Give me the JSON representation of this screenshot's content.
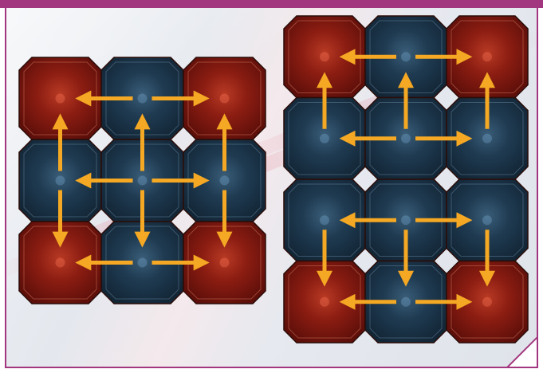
{
  "colors": {
    "frame_accent": "#a3377f",
    "red_tile": "#8e1c12",
    "blue_tile": "#1f3b52",
    "arrow": "#f5a823"
  },
  "boards": [
    {
      "name": "3x3-board",
      "rows": 3,
      "cols": 3,
      "tiles": [
        [
          "red",
          "blue",
          "red"
        ],
        [
          "blue",
          "blue",
          "blue"
        ],
        [
          "red",
          "blue",
          "red"
        ]
      ],
      "arrows_from_tile": [
        {
          "from": [
            0,
            1
          ],
          "dirs": [
            "left",
            "right"
          ]
        },
        {
          "from": [
            1,
            0
          ],
          "dirs": [
            "up",
            "down"
          ]
        },
        {
          "from": [
            1,
            1
          ],
          "dirs": [
            "up",
            "down",
            "left",
            "right"
          ]
        },
        {
          "from": [
            1,
            2
          ],
          "dirs": [
            "up",
            "down"
          ]
        },
        {
          "from": [
            2,
            1
          ],
          "dirs": [
            "left",
            "right"
          ]
        }
      ]
    },
    {
      "name": "3x4-board",
      "rows": 4,
      "cols": 3,
      "tiles": [
        [
          "red",
          "blue",
          "red"
        ],
        [
          "blue",
          "blue",
          "blue"
        ],
        [
          "blue",
          "blue",
          "blue"
        ],
        [
          "red",
          "blue",
          "red"
        ]
      ],
      "arrows_from_tile": [
        {
          "from": [
            0,
            1
          ],
          "dirs": [
            "left",
            "right"
          ]
        },
        {
          "from": [
            1,
            0
          ],
          "dirs": [
            "up"
          ]
        },
        {
          "from": [
            1,
            1
          ],
          "dirs": [
            "up",
            "left",
            "right"
          ]
        },
        {
          "from": [
            1,
            2
          ],
          "dirs": [
            "up"
          ]
        },
        {
          "from": [
            2,
            0
          ],
          "dirs": [
            "down"
          ]
        },
        {
          "from": [
            2,
            1
          ],
          "dirs": [
            "down",
            "left",
            "right"
          ]
        },
        {
          "from": [
            2,
            2
          ],
          "dirs": [
            "down"
          ]
        },
        {
          "from": [
            3,
            1
          ],
          "dirs": [
            "left",
            "right"
          ]
        }
      ]
    }
  ]
}
